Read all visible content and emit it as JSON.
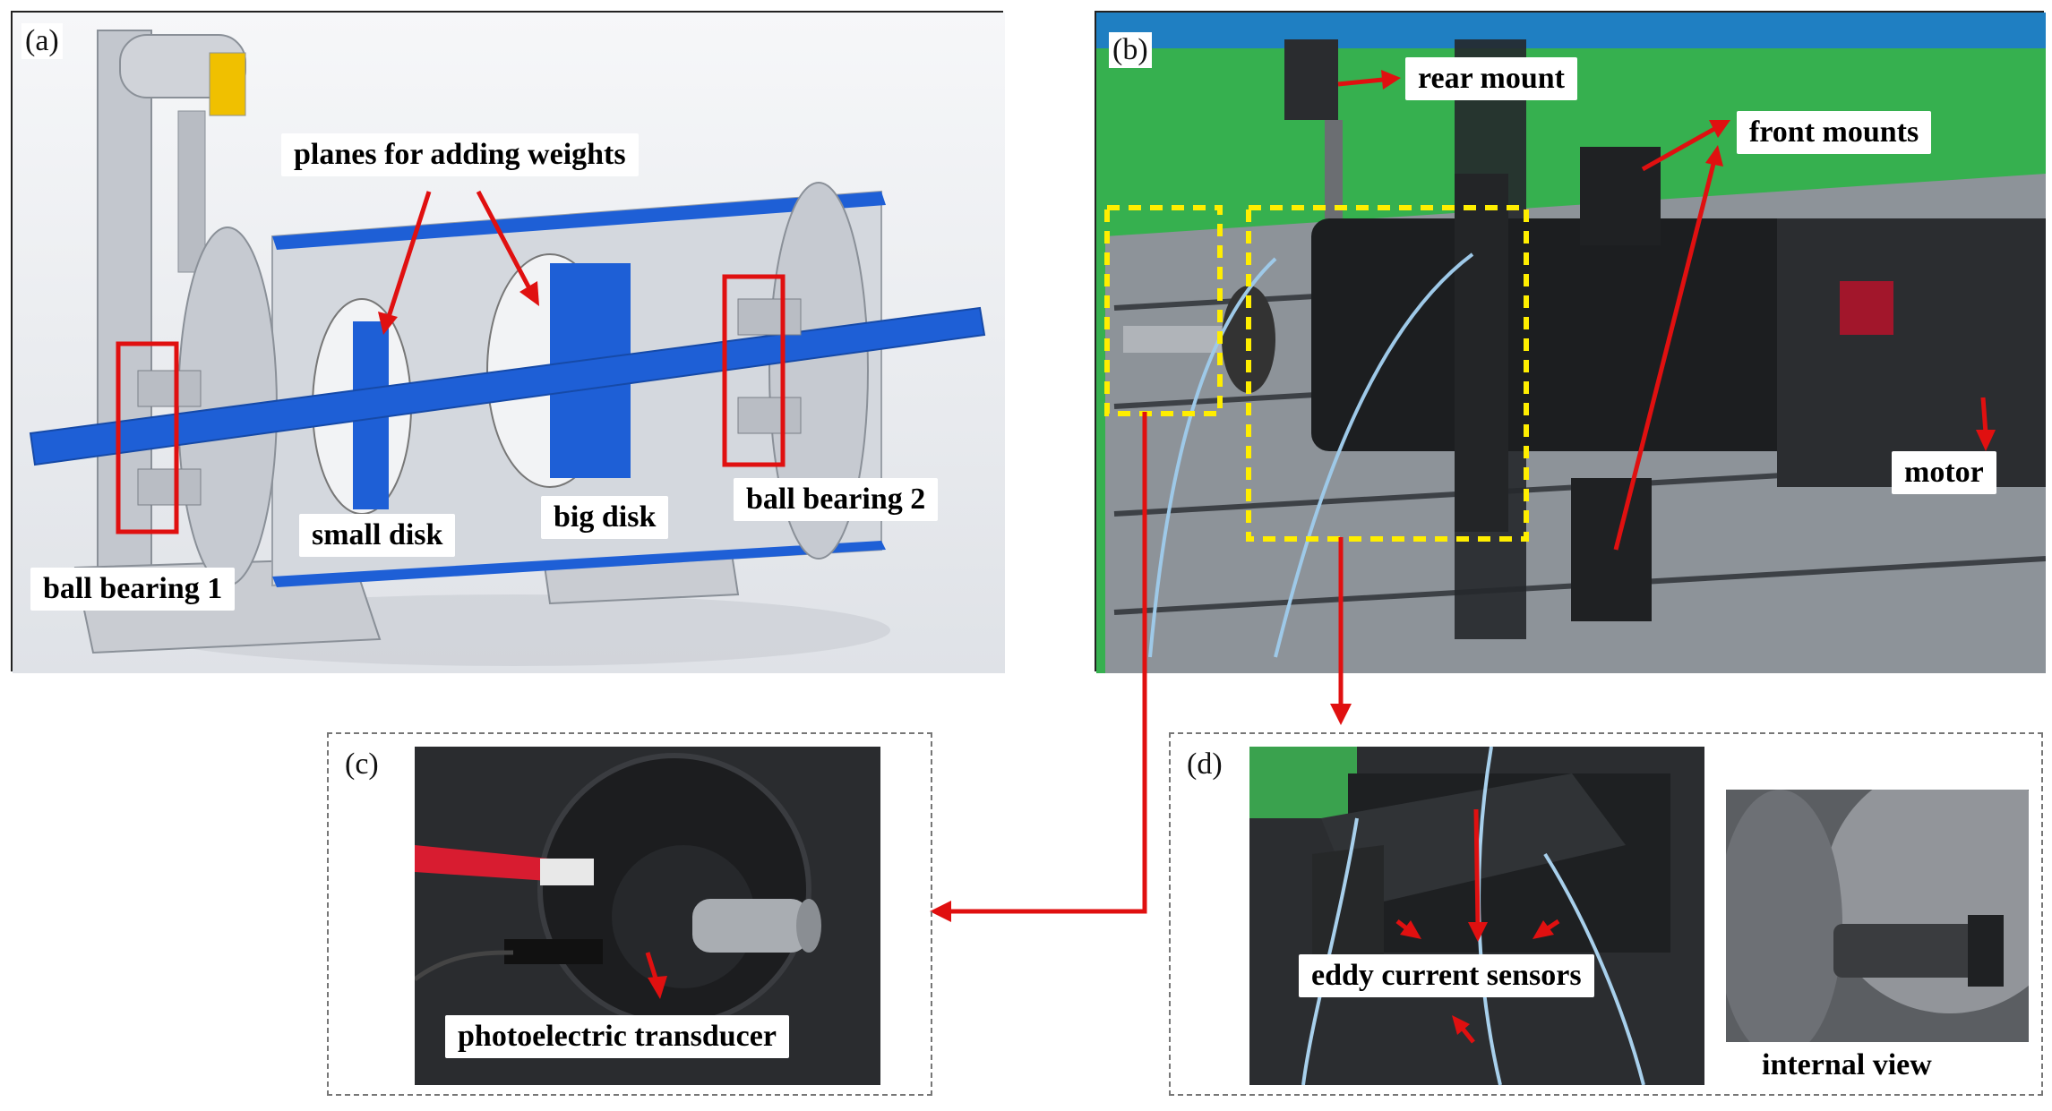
{
  "panels": {
    "a": {
      "label": "(a)"
    },
    "b": {
      "label": "(b)"
    },
    "c": {
      "label": "(c)"
    },
    "d": {
      "label": "(d)"
    }
  },
  "labels": {
    "planes_for_adding_weights": "planes for adding weights",
    "ball_bearing_1": "ball bearing 1",
    "ball_bearing_2": "ball bearing 2",
    "small_disk": "small disk",
    "big_disk": "big disk",
    "rear_mount": "rear mount",
    "front_mounts": "front mounts",
    "motor": "motor",
    "photoelectric_transducer": "photoelectric transducer",
    "eddy_current_sensors": "eddy current sensors",
    "internal_view": "internal view"
  },
  "colors": {
    "arrow": "#e01010",
    "highlight_box": "#e01010",
    "dashed_region": "#ffee00",
    "cad_blue": "#1e5fd6",
    "cad_gray": "#c9cdd4",
    "bench_green": "#2fa84a"
  }
}
